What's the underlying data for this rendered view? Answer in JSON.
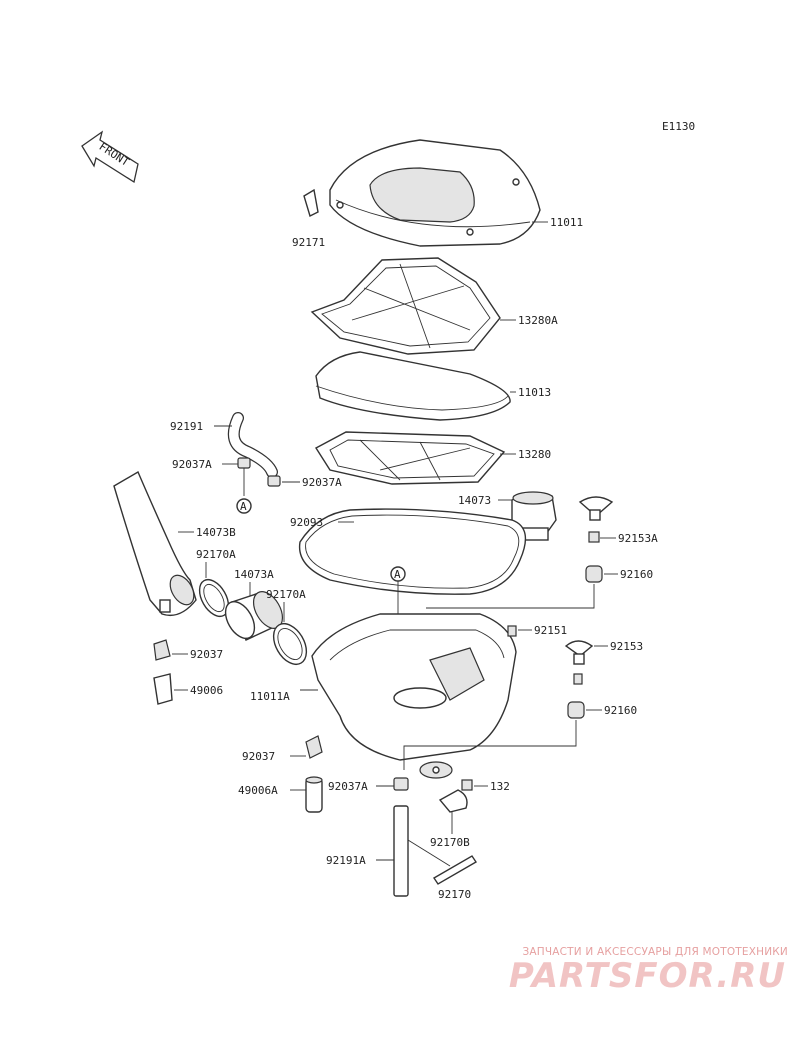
{
  "diagram_code": "E1130",
  "front_label": "FRONT",
  "watermark": {
    "tagline": "ЗАПЧАСТИ И АКСЕССУАРЫ ДЛЯ МОТОТЕХНИКИ",
    "logo": "PARTSFOR.RU"
  },
  "callout_a": "A",
  "labels": {
    "p11011": "11011",
    "p92171": "92171",
    "p13280A": "13280A",
    "p11013": "11013",
    "p92191": "92191",
    "p13280": "13280",
    "p92037A_1": "92037A",
    "p92037A_2": "92037A",
    "p14073": "14073",
    "p92093": "92093",
    "p14073B": "14073B",
    "p92153A": "92153A",
    "p92170A_1": "92170A",
    "p14073A": "14073A",
    "p92160_1": "92160",
    "p92170A_2": "92170A",
    "p92151": "92151",
    "p92153": "92153",
    "p92037_1": "92037",
    "p49006": "49006",
    "p11011A": "11011A",
    "p92160_2": "92160",
    "p92037_2": "92037",
    "p49006A": "49006A",
    "p92037A_3": "92037A",
    "p132": "132",
    "p92170B": "92170B",
    "p92191A": "92191A",
    "p92170": "92170"
  }
}
